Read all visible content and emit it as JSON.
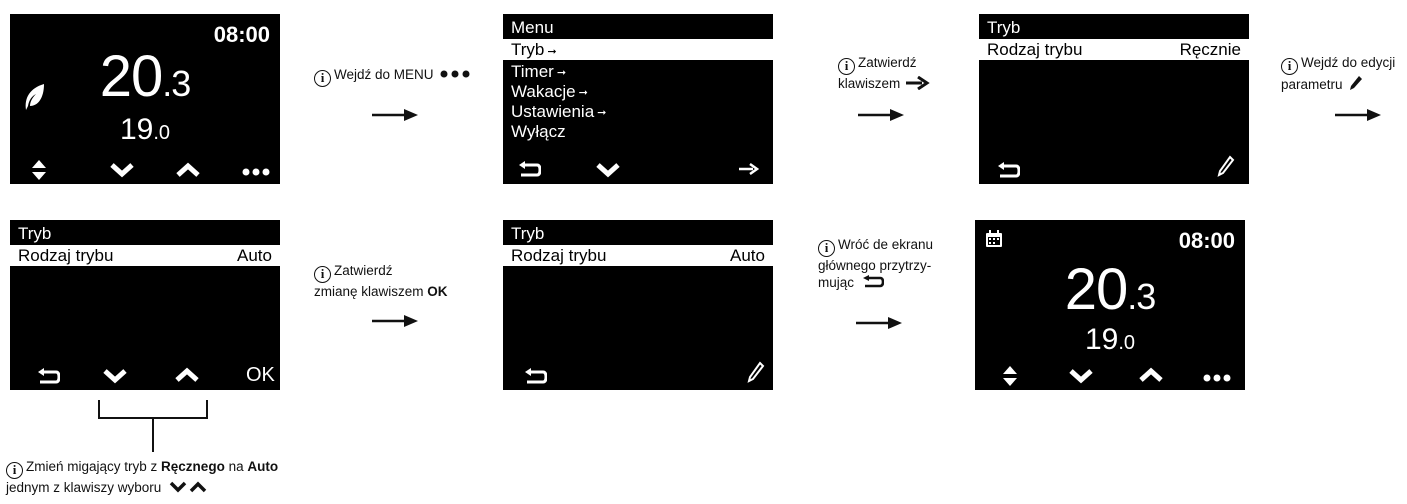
{
  "screen1": {
    "time": "08:00",
    "temp_int": "20",
    "temp_dec": ".3",
    "set_int": "19",
    "set_dec": ".0",
    "icon": "leaf-icon"
  },
  "step1": {
    "text": "Wejdź do MENU"
  },
  "screen2": {
    "title": "Menu",
    "items": [
      "Tryb",
      "Timer",
      "Wakacje",
      "Ustawienia",
      "Wyłącz"
    ]
  },
  "step2": {
    "line1": "Zatwierdź",
    "line2": "klawiszem"
  },
  "screen3": {
    "title": "Tryb",
    "label": "Rodzaj trybu",
    "value": "Ręcznie"
  },
  "step3": {
    "line1": "Wejdź do edycji",
    "line2": "parametru"
  },
  "screen4": {
    "title": "Tryb",
    "label": "Rodzaj trybu",
    "value": "Auto",
    "ok": "OK"
  },
  "step4": {
    "line1": "Zatwierdź",
    "line2_pre": "zmianę klawiszem ",
    "line2_bold": "OK"
  },
  "screen5": {
    "title": "Tryb",
    "label": "Rodzaj trybu",
    "value": "Auto"
  },
  "step5": {
    "line1": "Wróć de ekranu",
    "line2": "głównego przytrzy-",
    "line3": "mując"
  },
  "screen6": {
    "time": "08:00",
    "temp_int": "20",
    "temp_dec": ".3",
    "set_int": "19",
    "set_dec": ".0",
    "icon": "calendar-icon"
  },
  "step_change": {
    "p1": "Zmień migający tryb z ",
    "b1": "Ręcznego",
    "p2": " na ",
    "b2": "Auto",
    "line2": "jednym z klawiszy wyboru"
  }
}
